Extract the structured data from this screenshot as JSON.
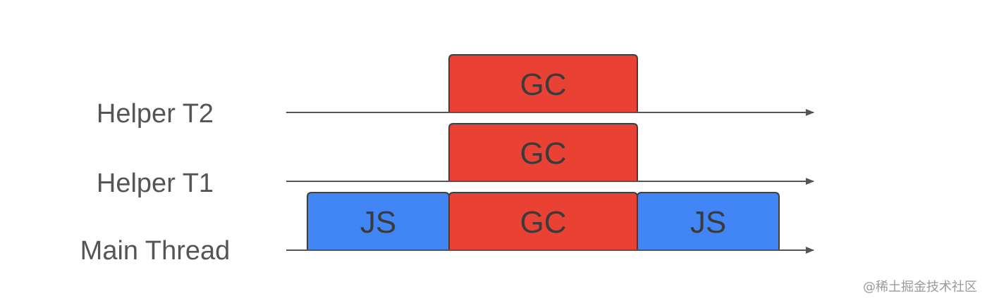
{
  "lanes": [
    {
      "label": "Helper T2"
    },
    {
      "label": "Helper T1"
    },
    {
      "label": "Main Thread"
    }
  ],
  "blocks": [
    {
      "lane": 0,
      "label": "GC",
      "kind": "gc"
    },
    {
      "lane": 1,
      "label": "GC",
      "kind": "gc"
    },
    {
      "lane": 2,
      "label": "JS",
      "kind": "js"
    },
    {
      "lane": 2,
      "label": "GC",
      "kind": "gc"
    },
    {
      "lane": 2,
      "label": "JS",
      "kind": "js"
    }
  ],
  "colors": {
    "gc": "#e94235",
    "js": "#4285f4",
    "border": "#3c4043",
    "arrow": "#555555"
  },
  "watermark": "@稀土掘金技术社区"
}
